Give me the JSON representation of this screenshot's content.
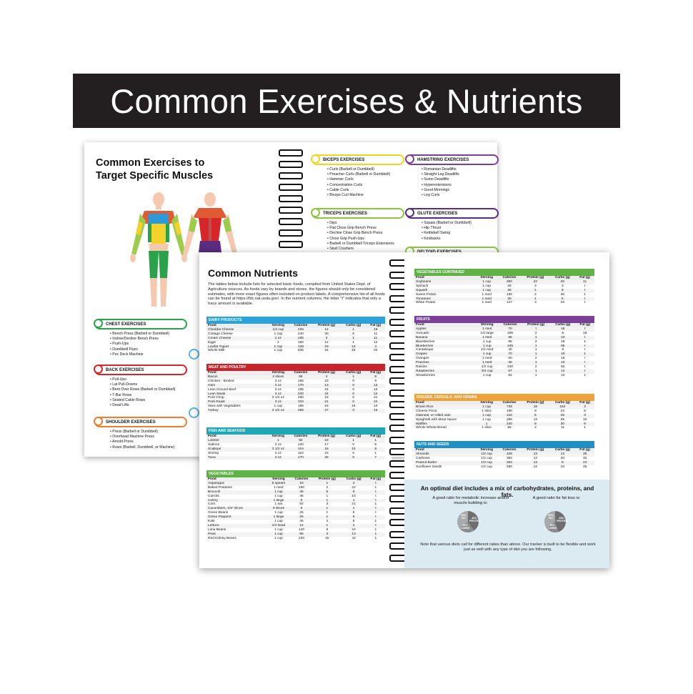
{
  "banner": {
    "title": "Common Exercises & Nutrients"
  },
  "back_left": {
    "title_line1": "Common Exercises to",
    "title_line2": "Target Specific Muscles",
    "groups": [
      {
        "name": "CHEST EXERCISES",
        "color": "#2aa24a",
        "items": [
          "Bench Press (Barbell or Dumbbell)",
          "Incline/Decline Bench Press",
          "Push-Ups",
          "Dumbbell Flyes",
          "Pec Deck Machine"
        ]
      },
      {
        "name": "BACK EXERCISES",
        "color": "#d7262a",
        "items": [
          "Pull-Ups",
          "Lat Pull-Downs",
          "Bent Over Rows (Barbell or Dumbbell)",
          "T-Bar Rows",
          "Seated Cable Rows",
          "Dead Lifts"
        ]
      },
      {
        "name": "SHOULDER EXERCISES",
        "color": "#ee7d2e",
        "items": [
          "Press (Barbell or Dumbbell)",
          "Overhead Machine Press",
          "Arnold Press",
          "Rows (Barbell, Dumbbell, or Machine)"
        ]
      }
    ]
  },
  "back_right": {
    "groups": [
      {
        "name": "BICEPS EXERCISES",
        "color": "#f0d51e",
        "items": [
          "Curls (Barbell or Dumbbell)",
          "Preacher Curls (Barbell or Dumbbell)",
          "Hammer Curls",
          "Concentration Curls",
          "Cable Curls",
          "Biceps Curl Machine"
        ]
      },
      {
        "name": "TRICEPS EXERCISES",
        "color": "#8cc63f",
        "items": [
          "Dips",
          "Flat Close Grip Bench Press",
          "Decline Close Grip Bench Press",
          "Close Grip Push-Ups",
          "Barbell or Dumbbell Triceps Extensions",
          "Skull Crushers"
        ]
      },
      {
        "name": "HAMSTRING EXERCISES",
        "color": "#7b3f98",
        "items": [
          "Romanian Deadlifts",
          "Straight Leg Deadlifts",
          "Sumo Deadlifts",
          "Hyperextensions",
          "Good-Mornings",
          "Leg Curls"
        ]
      },
      {
        "name": "GLUTE EXERCISES",
        "color": "#5b2c83",
        "items": [
          "Squats (Barbell or Dumbbell)",
          "Hip Thrust",
          "Kettlebell Swing",
          "Kickbacks"
        ]
      },
      {
        "name": "DELTOID EXERCISES",
        "color": "#8cc63f",
        "items": []
      }
    ]
  },
  "nutrients": {
    "title": "Common Nutrients",
    "intro": "The tables below include lists for selected basic foods, compiled from United States Dept. of Agriculture sources. As foods vary by brands and stores, the figures should only be considered estimates, with more exact figures often included on product labels. A comprehensive list of all foods can be found at https://fdc.nal.usda.gov/. In the nutrient columns, the letter \"t\" indicates that only a trace amount is available.",
    "headers": [
      "Food",
      "Serving",
      "Calories",
      "Protein (g)",
      "Carbs (g)",
      "Fat (g)"
    ],
    "left_tables": [
      {
        "name": "DAIRY PRODUCTS",
        "color": "#2aa3dc",
        "rows": [
          [
            "Cheddar Cheese",
            "1/2 cup",
            "226",
            "14",
            "1",
            "19"
          ],
          [
            "Cottage Cheese",
            "1 cup",
            "240",
            "30",
            "6",
            "11"
          ],
          [
            "Cream Cheese",
            "1 oz",
            "105",
            "2",
            "1",
            "11"
          ],
          [
            "Eggs",
            "2",
            "150",
            "12",
            "1",
            "12"
          ],
          [
            "Lowfat Yogurt",
            "1 cup",
            "128",
            "19",
            "13",
            "4"
          ],
          [
            "Whole Milk",
            "1 cup",
            "635",
            "34",
            "49",
            "34"
          ]
        ]
      },
      {
        "name": "MEAT AND POULTRY",
        "color": "#c8242b",
        "rows": [
          [
            "Bacon",
            "2 slices",
            "95",
            "4",
            "1",
            "8"
          ],
          [
            "Chicken - Broiled",
            "3 oz",
            "185",
            "23",
            "0",
            "9"
          ],
          [
            "Ham",
            "2 oz",
            "170",
            "13",
            "0",
            "13"
          ],
          [
            "Lean Ground Beef",
            "3 oz",
            "185",
            "24",
            "0",
            "10"
          ],
          [
            "Lean Steak",
            "3 oz",
            "220",
            "24",
            "0",
            "12"
          ],
          [
            "Pork Chop",
            "3 1/2 oz",
            "260",
            "16",
            "0",
            "21"
          ],
          [
            "Pork Roast",
            "3 oz",
            "310",
            "21",
            "0",
            "24"
          ],
          [
            "Stew with Vegetables",
            "1 cup",
            "185",
            "15",
            "15",
            "10"
          ],
          [
            "Turkey",
            "3 1/2 oz",
            "265",
            "27",
            "0",
            "15"
          ]
        ]
      },
      {
        "name": "FISH AND SEAFOOD",
        "color": "#1fa7b8",
        "rows": [
          [
            "Lobster",
            "1",
            "92",
            "18",
            "1",
            "1"
          ],
          [
            "Salmon",
            "3 oz",
            "120",
            "17",
            "0",
            "5"
          ],
          [
            "Scallops",
            "3 1/2 oz",
            "104",
            "18",
            "10",
            "8"
          ],
          [
            "Shrimp",
            "3 oz",
            "110",
            "23",
            "0",
            "1"
          ],
          [
            "Tuna",
            "3 oz",
            "170",
            "25",
            "0",
            "7"
          ]
        ]
      },
      {
        "name": "VEGETABLES",
        "color": "#5fb246",
        "rows": [
          [
            "Asparagus",
            "6 spears",
            "18",
            "1",
            "3",
            "t"
          ],
          [
            "Baked Potatoes",
            "1 med",
            "150",
            "2",
            "22",
            "1"
          ],
          [
            "Broccoli",
            "1 cup",
            "45",
            "5",
            "8",
            "t"
          ],
          [
            "Carrots",
            "1 cup",
            "45",
            "1",
            "10",
            "t"
          ],
          [
            "Celery",
            "1 large",
            "5",
            "1",
            "1",
            "t"
          ],
          [
            "Corn",
            "1 ear",
            "92",
            "3",
            "21",
            "1"
          ],
          [
            "Cucumbers, 1/8\" slices",
            "8 slices",
            "6",
            "1",
            "1",
            "t"
          ],
          [
            "Green Beans",
            "1 cup",
            "25",
            "1",
            "6",
            "t"
          ],
          [
            "Green Peppers",
            "1 large",
            "25",
            "1",
            "6",
            "t"
          ],
          [
            "Kale",
            "1 cup",
            "45",
            "4",
            "8",
            "1"
          ],
          [
            "Lettuce",
            "1/4 head",
            "14",
            "1",
            "2",
            "t"
          ],
          [
            "Lima Beans",
            "1 cup",
            "140",
            "8",
            "24",
            "1"
          ],
          [
            "Peas",
            "1 cup",
            "66",
            "3",
            "13",
            "1"
          ],
          [
            "Red Kidney Beans",
            "1 cup",
            "230",
            "15",
            "42",
            "1"
          ]
        ]
      }
    ],
    "right_tables": [
      {
        "name": "VEGETABLES CONTINUED",
        "color": "#5fb246",
        "rows": [
          [
            "Soybeans",
            "1 cup",
            "260",
            "22",
            "20",
            "11"
          ],
          [
            "Spinach",
            "1 cup",
            "26",
            "3",
            "3",
            "t"
          ],
          [
            "Squash",
            "1 cup",
            "35",
            "1",
            "8",
            "t"
          ],
          [
            "Sweet Potato",
            "1 med",
            "155",
            "2",
            "36",
            "1"
          ],
          [
            "Tomatoes",
            "1 med",
            "30",
            "1",
            "6",
            "t"
          ],
          [
            "White Potato",
            "1 med",
            "147",
            "3",
            "33",
            "t"
          ]
        ]
      },
      {
        "name": "FRUITS",
        "color": "#7b3f98",
        "rows": [
          [
            "Apples",
            "1 med",
            "70",
            "t",
            "18",
            "t"
          ],
          [
            "Avocado",
            "1/2 large",
            "185",
            "2",
            "6",
            "18"
          ],
          [
            "Banana",
            "1 med",
            "85",
            "1",
            "23",
            "t"
          ],
          [
            "Blackberries",
            "1 cup",
            "85",
            "2",
            "19",
            "1"
          ],
          [
            "Blueberries",
            "1 cup",
            "245",
            "1",
            "65",
            "t"
          ],
          [
            "Cantaloupe",
            "1/2 med",
            "40",
            "1",
            "9",
            "t"
          ],
          [
            "Grapes",
            "1 cup",
            "70",
            "1",
            "16",
            "1"
          ],
          [
            "Oranges",
            "1 med",
            "60",
            "2",
            "16",
            "t"
          ],
          [
            "Peaches",
            "1 med",
            "35",
            "1",
            "10",
            "t"
          ],
          [
            "Raisins",
            "1/2 cup",
            "230",
            "2",
            "82",
            "t"
          ],
          [
            "Raspberries",
            "3/4 cup",
            "57",
            "1",
            "14",
            "t"
          ],
          [
            "Strawberries",
            "1 cup",
            "54",
            "1",
            "12",
            "1"
          ]
        ]
      },
      {
        "name": "BREADS, CEREALS, AND GRAINS",
        "color": "#f0a23a",
        "rows": [
          [
            "Brown Rice",
            "1 cup",
            "748",
            "15",
            "154",
            "3"
          ],
          [
            "Cheese Pizza",
            "1 slice",
            "180",
            "8",
            "23",
            "6"
          ],
          [
            "Oatmeal, or rolled oats",
            "1 cup",
            "110",
            "5",
            "26",
            "3"
          ],
          [
            "Spaghetti with Meat Sauce",
            "1 cup",
            "285",
            "13",
            "35",
            "10"
          ],
          [
            "Waffles",
            "1",
            "240",
            "8",
            "30",
            "9"
          ],
          [
            "Whole Wheat Bread",
            "1 slice",
            "55",
            "2",
            "11",
            "1"
          ]
        ]
      },
      {
        "name": "NUTS AND SEEDS",
        "color": "#1d8fc4",
        "rows": [
          [
            "Almonds",
            "1/2 cup",
            "425",
            "13",
            "13",
            "35"
          ],
          [
            "Cashews",
            "1/2 cup",
            "392",
            "12",
            "20",
            "32"
          ],
          [
            "Peanut Butter",
            "1/3 cup",
            "284",
            "13",
            "8",
            "24"
          ],
          [
            "Sunflower Seeds",
            "1/2 cup",
            "280",
            "12",
            "10",
            "26"
          ]
        ]
      }
    ],
    "optimal": "An optimal diet includes a mix of carbohydrates, proteins, and fats.",
    "ratio_metabolic_label": "A good ratio for metabolic increase and/or muscle building is:",
    "ratio_fatloss_label": "A good ratio for fat loss is:",
    "pie1": {
      "fat": "25%",
      "fat_label": "FAT",
      "protein": "40%",
      "protein_label": "PROTEIN",
      "carbs": "35%",
      "carbs_label": "CARBS"
    },
    "pie2": {
      "fat": "20%",
      "fat_label": "FAT",
      "protein": "45%",
      "protein_label": "PROTEIN",
      "carbs": "35%",
      "carbs_label": "CARBS"
    },
    "note": "Note that various diets call for different ratios than above. Our tracker is built to be flexible and work just as well with any type of diet you are following."
  }
}
